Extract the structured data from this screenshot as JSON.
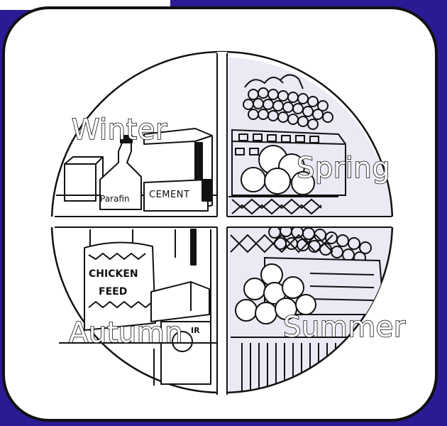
{
  "colors": {
    "background": "#2a1a94",
    "card": "#ffffff",
    "outline": "#111111",
    "tint": "#ece8f4"
  },
  "quadrants": {
    "winter": {
      "label": "Winter",
      "items": {
        "paraffin": "Parafin",
        "cement": "CEMENT"
      }
    },
    "spring": {
      "label": "Spring"
    },
    "autumn": {
      "label": "Autumn",
      "items": {
        "chicken": "CHICKEN",
        "feed": "FEED",
        "can": "IR"
      }
    },
    "summer": {
      "label": "Summer"
    }
  }
}
